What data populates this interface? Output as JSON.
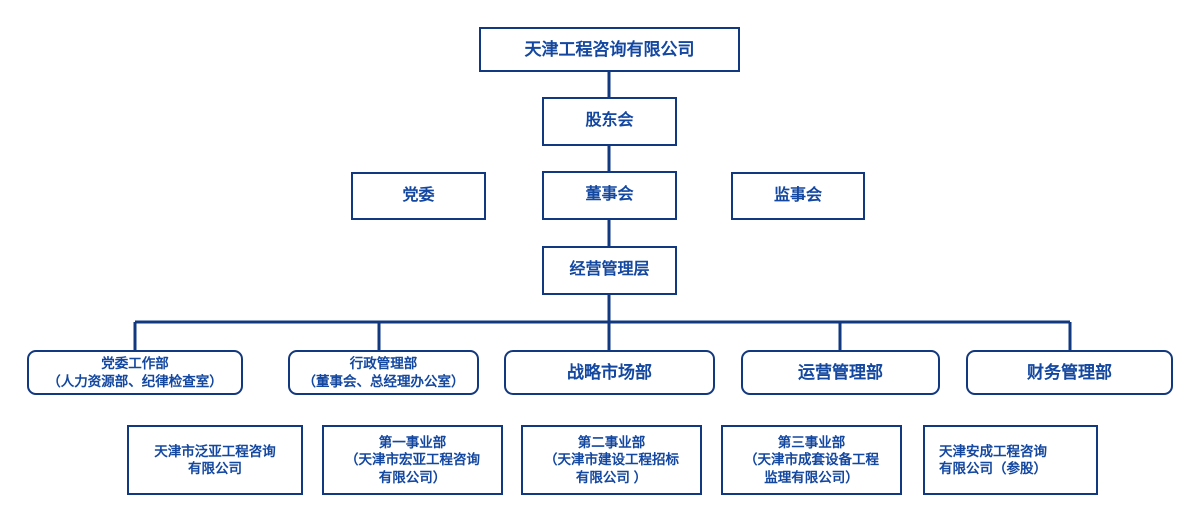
{
  "meta": {
    "title": "天津工程咨询有限公司 组织机构图",
    "line_color": "#12387f",
    "text_color": "#1347a0",
    "background": "#ffffff"
  },
  "nodes": {
    "root": {
      "label": "天津工程咨询有限公司"
    },
    "shareholders": {
      "label": "股东会"
    },
    "party": {
      "label": "党委"
    },
    "board": {
      "label": "董事会"
    },
    "supervisors": {
      "label": "监事会"
    },
    "management": {
      "label": "经营管理层"
    }
  },
  "departments": [
    {
      "label": "党委工作部\n（人力资源部、纪律检查室）",
      "lines": 2
    },
    {
      "label": "行政管理部\n（董事会、总经理办公室）",
      "lines": 2
    },
    {
      "label": "战略市场部",
      "lines": 1
    },
    {
      "label": "运营管理部",
      "lines": 1
    },
    {
      "label": "财务管理部",
      "lines": 1
    }
  ],
  "subsidiaries": [
    {
      "label": "天津市泛亚工程咨询\n有限公司",
      "align": "center"
    },
    {
      "label": "第一事业部\n（天津市宏亚工程咨询\n有限公司）",
      "align": "center"
    },
    {
      "label": "第二事业部\n（天津市建设工程招标\n有限公司 ）",
      "align": "center"
    },
    {
      "label": "第三事业部\n（天津市成套设备工程\n监理有限公司）",
      "align": "center"
    },
    {
      "label": "天津安成工程咨询\n有限公司（参股）",
      "align": "left"
    }
  ]
}
